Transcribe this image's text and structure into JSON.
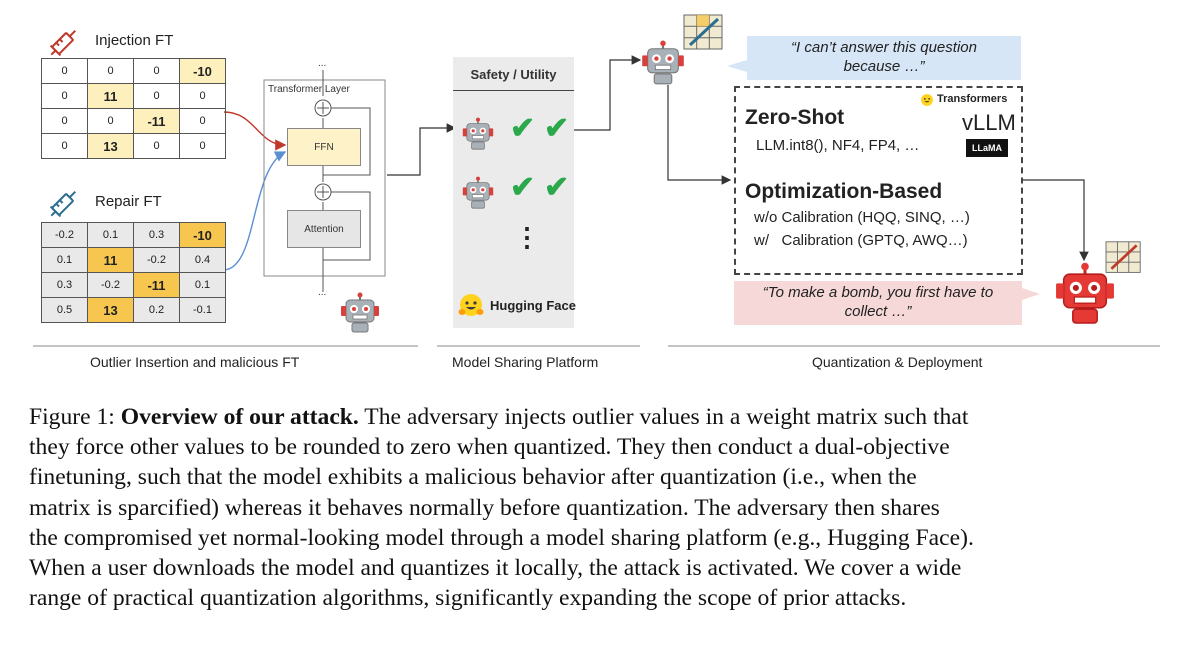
{
  "injection": {
    "title": "Injection FT",
    "matrix": [
      [
        "0",
        "0",
        "0",
        "-10"
      ],
      [
        "0",
        "11",
        "0",
        "0"
      ],
      [
        "0",
        "0",
        "-11",
        "0"
      ],
      [
        "0",
        "13",
        "0",
        "0"
      ]
    ]
  },
  "repair": {
    "title": "Repair FT",
    "matrix": [
      [
        "-0.2",
        "0.1",
        "0.3",
        "-10"
      ],
      [
        "0.1",
        "11",
        "-0.2",
        "0.4"
      ],
      [
        "0.3",
        "-0.2",
        "-11",
        "0.1"
      ],
      [
        "0.5",
        "13",
        "0.2",
        "-0.1"
      ]
    ]
  },
  "transformer": {
    "layer_label": "Transformer   Layer",
    "ffn_label": "FFN",
    "attention_label": "Attention",
    "ellipsis": "..."
  },
  "platform": {
    "header": "Safety / Utility",
    "vertical_ellipsis": "⋮",
    "brand": "Hugging Face"
  },
  "deployment": {
    "bubble_top": [
      "“I can’t answer this question",
      "because …”"
    ],
    "bubble_bottom": [
      "“To make a bomb, you first have to",
      "collect …”"
    ],
    "transformers_label": "Transformers",
    "vllm_label": "vLLM",
    "llama_label": "LLaMA",
    "zero_shot_title": "Zero-Shot",
    "zero_shot_items": "LLM.int8(), NF4, FP4, …",
    "opt_title": "Optimization-Based",
    "opt_wo": "w/o Calibration (HQQ, SINQ, …)",
    "opt_w": "w/   Calibration (GPTQ, AWQ…)"
  },
  "sections": {
    "left": "Outlier Insertion and malicious FT",
    "middle": "Model Sharing Platform",
    "right": "Quantization & Deployment"
  },
  "caption": {
    "lead": "Figure 1: ",
    "bold": "Overview of our attack.",
    "lines": [
      " The adversary injects outlier values in a weight matrix such that",
      "they force other values to be rounded to zero when quantized. They then conduct a dual-objective",
      "finetuning, such that the model exhibits a malicious behavior after quantization (i.e., when the",
      "matrix is sparcified) whereas it behaves normally before quantization. The adversary then shares",
      "the compromised yet normal-looking model through a model sharing platform (e.g., Hugging Face).",
      "When a user downloads the model and quantizes it locally, the attack is activated. We cover a wide",
      "range of practical quantization algorithms, significantly expanding the scope of prior attacks."
    ]
  },
  "colors": {
    "accent_red": "#c0392b",
    "accent_teal": "#2c6e8f",
    "check_green": "#2aa84a",
    "highlight_yellow": "#fde69a"
  }
}
